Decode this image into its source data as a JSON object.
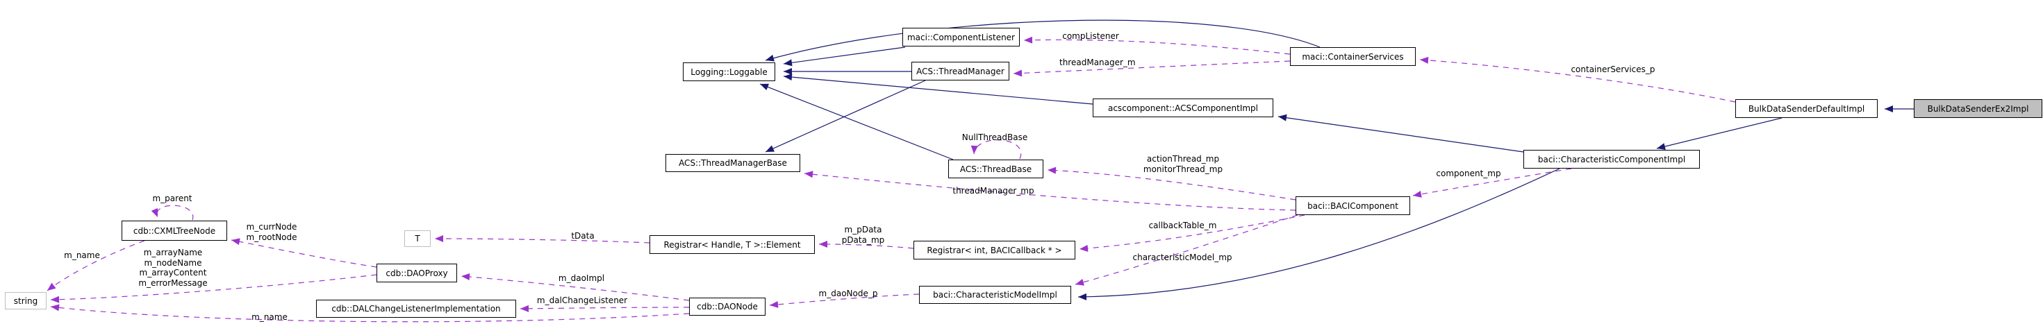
{
  "diagram": {
    "type": "doxygen-collaboration-graph",
    "colors": {
      "inheritance_edge": "#191970",
      "usage_edge": "#9a32cd",
      "node_border": "#000000",
      "node_background": "#ffffff",
      "highlight_node_background": "#bfbfbf",
      "muted_node_border": "#bebebe",
      "text": "#000000"
    },
    "nodes": [
      {
        "id": "componentListener",
        "label": "maci::ComponentListener"
      },
      {
        "id": "loggable",
        "label": "Logging::Loggable"
      },
      {
        "id": "threadManager",
        "label": "ACS::ThreadManager"
      },
      {
        "id": "containerServices",
        "label": "maci::ContainerServices"
      },
      {
        "id": "acsComponentImpl",
        "label": "acscomponent::ACSComponentImpl"
      },
      {
        "id": "bulkDataSenderDefaultImpl",
        "label": "BulkDataSenderDefaultImpl"
      },
      {
        "id": "bulkDataSenderEx2Impl",
        "label": "BulkDataSenderEx2Impl",
        "highlighted": true
      },
      {
        "id": "threadManagerBase",
        "label": "ACS::ThreadManagerBase"
      },
      {
        "id": "threadBase",
        "label": "ACS::ThreadBase"
      },
      {
        "id": "characteristicComponentImpl",
        "label": "baci::CharacteristicComponentImpl"
      },
      {
        "id": "baciComponent",
        "label": "baci::BACIComponent"
      },
      {
        "id": "cxmlTreeNode",
        "label": "cdb::CXMLTreeNode"
      },
      {
        "id": "templateT",
        "label": "T",
        "muted": true
      },
      {
        "id": "registrarElement",
        "label": "Registrar< Handle, T >::Element"
      },
      {
        "id": "registrarIntCallback",
        "label": "Registrar< int, BACICallback * >"
      },
      {
        "id": "daoProxy",
        "label": "cdb::DAOProxy"
      },
      {
        "id": "string",
        "label": "string",
        "muted": true
      },
      {
        "id": "dalChangeListenerImplementation",
        "label": "cdb::DALChangeListenerImplementation"
      },
      {
        "id": "daoNode",
        "label": "cdb::DAONode"
      },
      {
        "id": "characteristicModelImpl",
        "label": "baci::CharacteristicModelImpl"
      }
    ],
    "edges": [
      {
        "from": "containerServices",
        "to": "componentListener",
        "style": "dashed",
        "label": "compListener"
      },
      {
        "from": "containerServices",
        "to": "threadManager",
        "style": "dashed",
        "label": "threadManager_m"
      },
      {
        "from": "bulkDataSenderDefaultImpl",
        "to": "containerServices",
        "style": "dashed",
        "label": "containerServices_p"
      },
      {
        "from": "threadBase",
        "to": "threadBase",
        "style": "dashed",
        "label": "NullThreadBase"
      },
      {
        "from": "baciComponent",
        "to": "threadBase",
        "style": "dashed",
        "label": "actionThread_mp\nmonitorThread_mp"
      },
      {
        "from": "baciComponent",
        "to": "threadManagerBase",
        "style": "dashed",
        "label": "threadManager_mp"
      },
      {
        "from": "characteristicComponentImpl",
        "to": "baciComponent",
        "style": "dashed",
        "label": "component_mp"
      },
      {
        "from": "baciComponent",
        "to": "registrarIntCallback",
        "style": "dashed",
        "label": "callbackTable_m"
      },
      {
        "from": "baciComponent",
        "to": "characteristicModelImpl",
        "style": "dashed",
        "label": "characteristicModel_mp"
      },
      {
        "from": "registrarIntCallback",
        "to": "registrarElement",
        "style": "dashed",
        "label": "m_pData\npData_mp"
      },
      {
        "from": "registrarElement",
        "to": "templateT",
        "style": "dashed",
        "label": "tData"
      },
      {
        "from": "cxmlTreeNode",
        "to": "cxmlTreeNode",
        "style": "dashed",
        "label": "m_parent"
      },
      {
        "from": "daoProxy",
        "to": "cxmlTreeNode",
        "style": "dashed",
        "label": "m_currNode\nm_rootNode"
      },
      {
        "from": "cxmlTreeNode",
        "to": "string",
        "style": "dashed",
        "label": "m_name"
      },
      {
        "from": "daoProxy",
        "to": "string",
        "style": "dashed",
        "label": "m_arrayName\nm_nodeName\nm_arrayContent\nm_errorMessage"
      },
      {
        "from": "daoNode",
        "to": "daoProxy",
        "style": "dashed",
        "label": "m_daoImpl"
      },
      {
        "from": "daoNode",
        "to": "dalChangeListenerImplementation",
        "style": "dashed",
        "label": "m_dalChangeListener"
      },
      {
        "from": "characteristicModelImpl",
        "to": "daoNode",
        "style": "dashed",
        "label": "m_daoNode_p"
      },
      {
        "from": "daoNode",
        "to": "string",
        "style": "dashed",
        "label": "m_name"
      },
      {
        "from": "componentListener",
        "to": "loggable",
        "style": "solid",
        "label": ""
      },
      {
        "from": "threadManager",
        "to": "loggable",
        "style": "solid",
        "label": ""
      },
      {
        "from": "containerServices",
        "to": "loggable",
        "style": "solid",
        "label": ""
      },
      {
        "from": "acsComponentImpl",
        "to": "loggable",
        "style": "solid",
        "label": ""
      },
      {
        "from": "threadBase",
        "to": "loggable",
        "style": "solid",
        "label": ""
      },
      {
        "from": "threadManager",
        "to": "threadManagerBase",
        "style": "solid",
        "label": ""
      },
      {
        "from": "bulkDataSenderEx2Impl",
        "to": "bulkDataSenderDefaultImpl",
        "style": "solid",
        "label": ""
      },
      {
        "from": "bulkDataSenderDefaultImpl",
        "to": "characteristicComponentImpl",
        "style": "solid",
        "label": ""
      },
      {
        "from": "characteristicComponentImpl",
        "to": "acsComponentImpl",
        "style": "solid",
        "label": ""
      },
      {
        "from": "characteristicComponentImpl",
        "to": "characteristicModelImpl",
        "style": "solid",
        "label": ""
      }
    ]
  }
}
